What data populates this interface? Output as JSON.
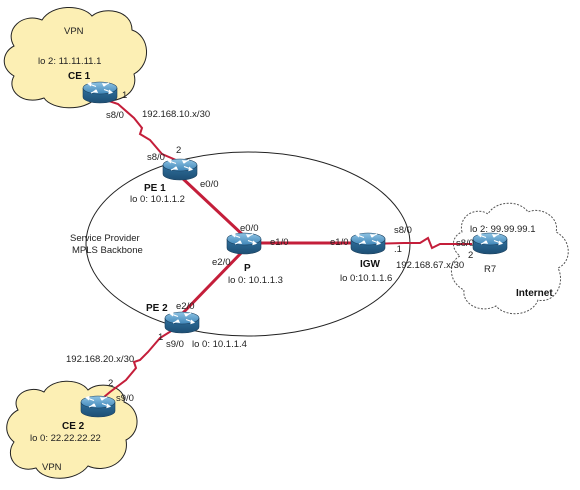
{
  "clouds": {
    "vpn_top": "VPN",
    "vpn_bottom": "VPN",
    "internet": "Internet",
    "backbone_line1": "Service Provider",
    "backbone_line2": "MPLS Backbone"
  },
  "routers": {
    "ce1": {
      "name": "CE 1",
      "loopback": "lo 2: 11.11.11.1"
    },
    "pe1": {
      "name": "PE 1",
      "loopback": "lo 0: 10.1.1.2"
    },
    "p": {
      "name": "P",
      "loopback": "lo 0: 10.1.1.3"
    },
    "igw": {
      "name": "IGW",
      "loopback": "lo 0:10.1.1.6"
    },
    "pe2": {
      "name": "PE 2",
      "loopback": "lo 0: 10.1.1.4"
    },
    "ce2": {
      "name": "CE 2",
      "loopback": "lo 0: 22.22.22.22"
    },
    "r7": {
      "name": "R7",
      "loopback": "lo 2: 99.99.99.1"
    }
  },
  "links": {
    "ce1_pe1": {
      "subnet": "192.168.10.x/30",
      "ce1_port": "s8/0",
      "ce1_host": "1",
      "pe1_port": "s8/0",
      "pe1_host": "2"
    },
    "pe1_p": {
      "pe1_port": "e0/0",
      "p_port": "e0/0"
    },
    "p_igw": {
      "p_port": "e1/0",
      "igw_port": "e1/0"
    },
    "p_pe2": {
      "p_port": "e2/0",
      "pe2_port": "e2/0"
    },
    "igw_r7": {
      "subnet": "192.168.67.x/30",
      "igw_port": "s8/0",
      "igw_host": ".1",
      "r7_port": "s8/0",
      "r7_host": "2"
    },
    "pe2_ce2": {
      "subnet": "192.168.20.x/30",
      "pe2_port": "s9/0",
      "pe2_host": "1",
      "ce2_port": "s9/0",
      "ce2_host": "2"
    }
  }
}
